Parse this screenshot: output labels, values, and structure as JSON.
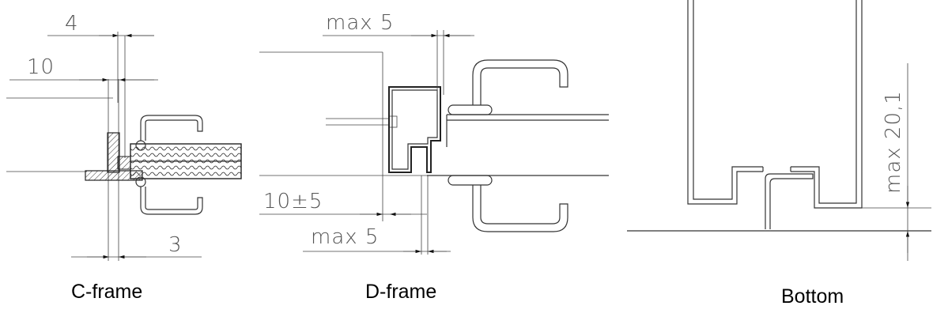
{
  "dimensions": {
    "c_top": "4",
    "c_left": "10",
    "c_bottom": "3",
    "d_top": "max 5",
    "d_mid": "10±5",
    "d_bottom": "max 5",
    "b_vertical": "max 20,1"
  },
  "captions": {
    "c_frame": "C-frame",
    "d_frame": "D-frame",
    "bottom": "Bottom"
  }
}
